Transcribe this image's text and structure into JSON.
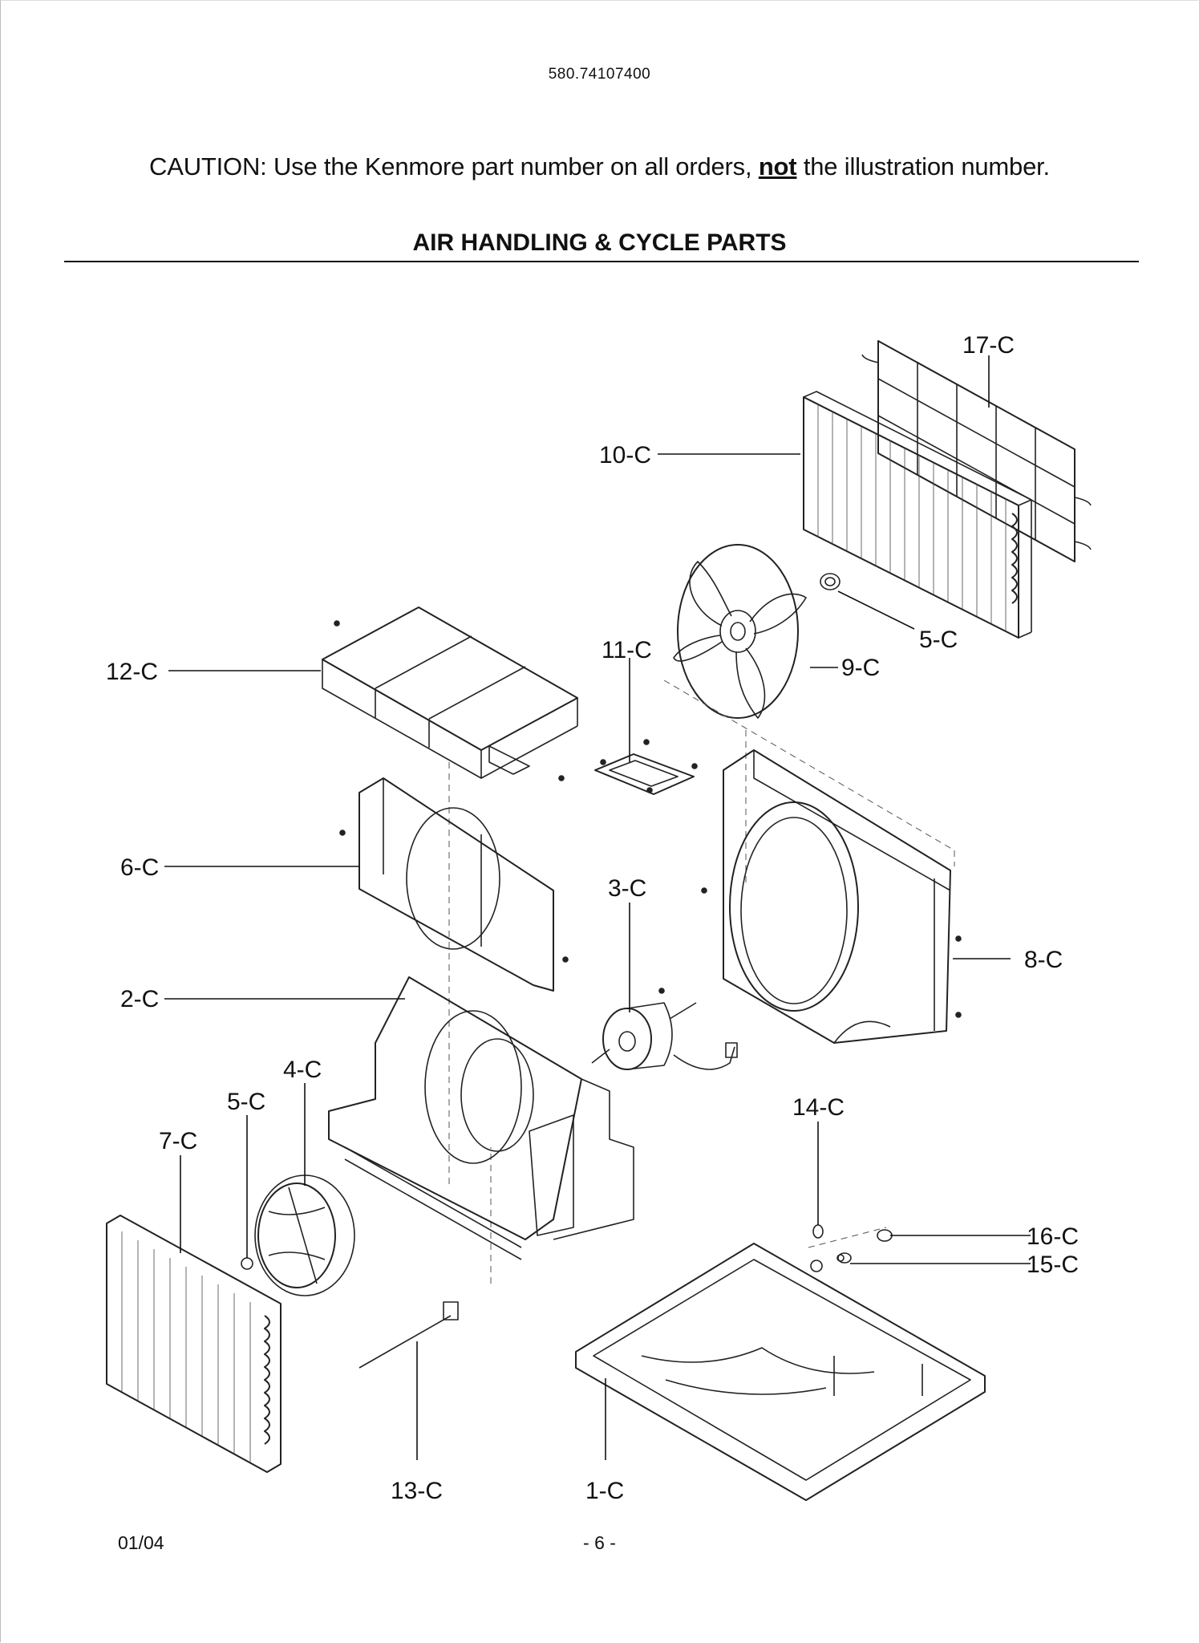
{
  "header": {
    "model_number": "580.74107400",
    "caution_prefix": "CAUTION: Use the Kenmore part number on all orders,",
    "caution_emphasis": "not",
    "caution_suffix": "the illustration number.",
    "section_title": "AIR HANDLING & CYCLE PARTS"
  },
  "callouts": {
    "c17": "17-C",
    "c10": "10-C",
    "c12": "12-C",
    "c11": "11-C",
    "c5_top": "5-C",
    "c9": "9-C",
    "c6": "6-C",
    "c3": "3-C",
    "c8": "8-C",
    "c2": "2-C",
    "c4": "4-C",
    "c5_left": "5-C",
    "c7": "7-C",
    "c14": "14-C",
    "c16": "16-C",
    "c15": "15-C",
    "c13": "13-C",
    "c1": "1-C"
  },
  "footer": {
    "date": "01/04",
    "page": "- 6 -"
  }
}
